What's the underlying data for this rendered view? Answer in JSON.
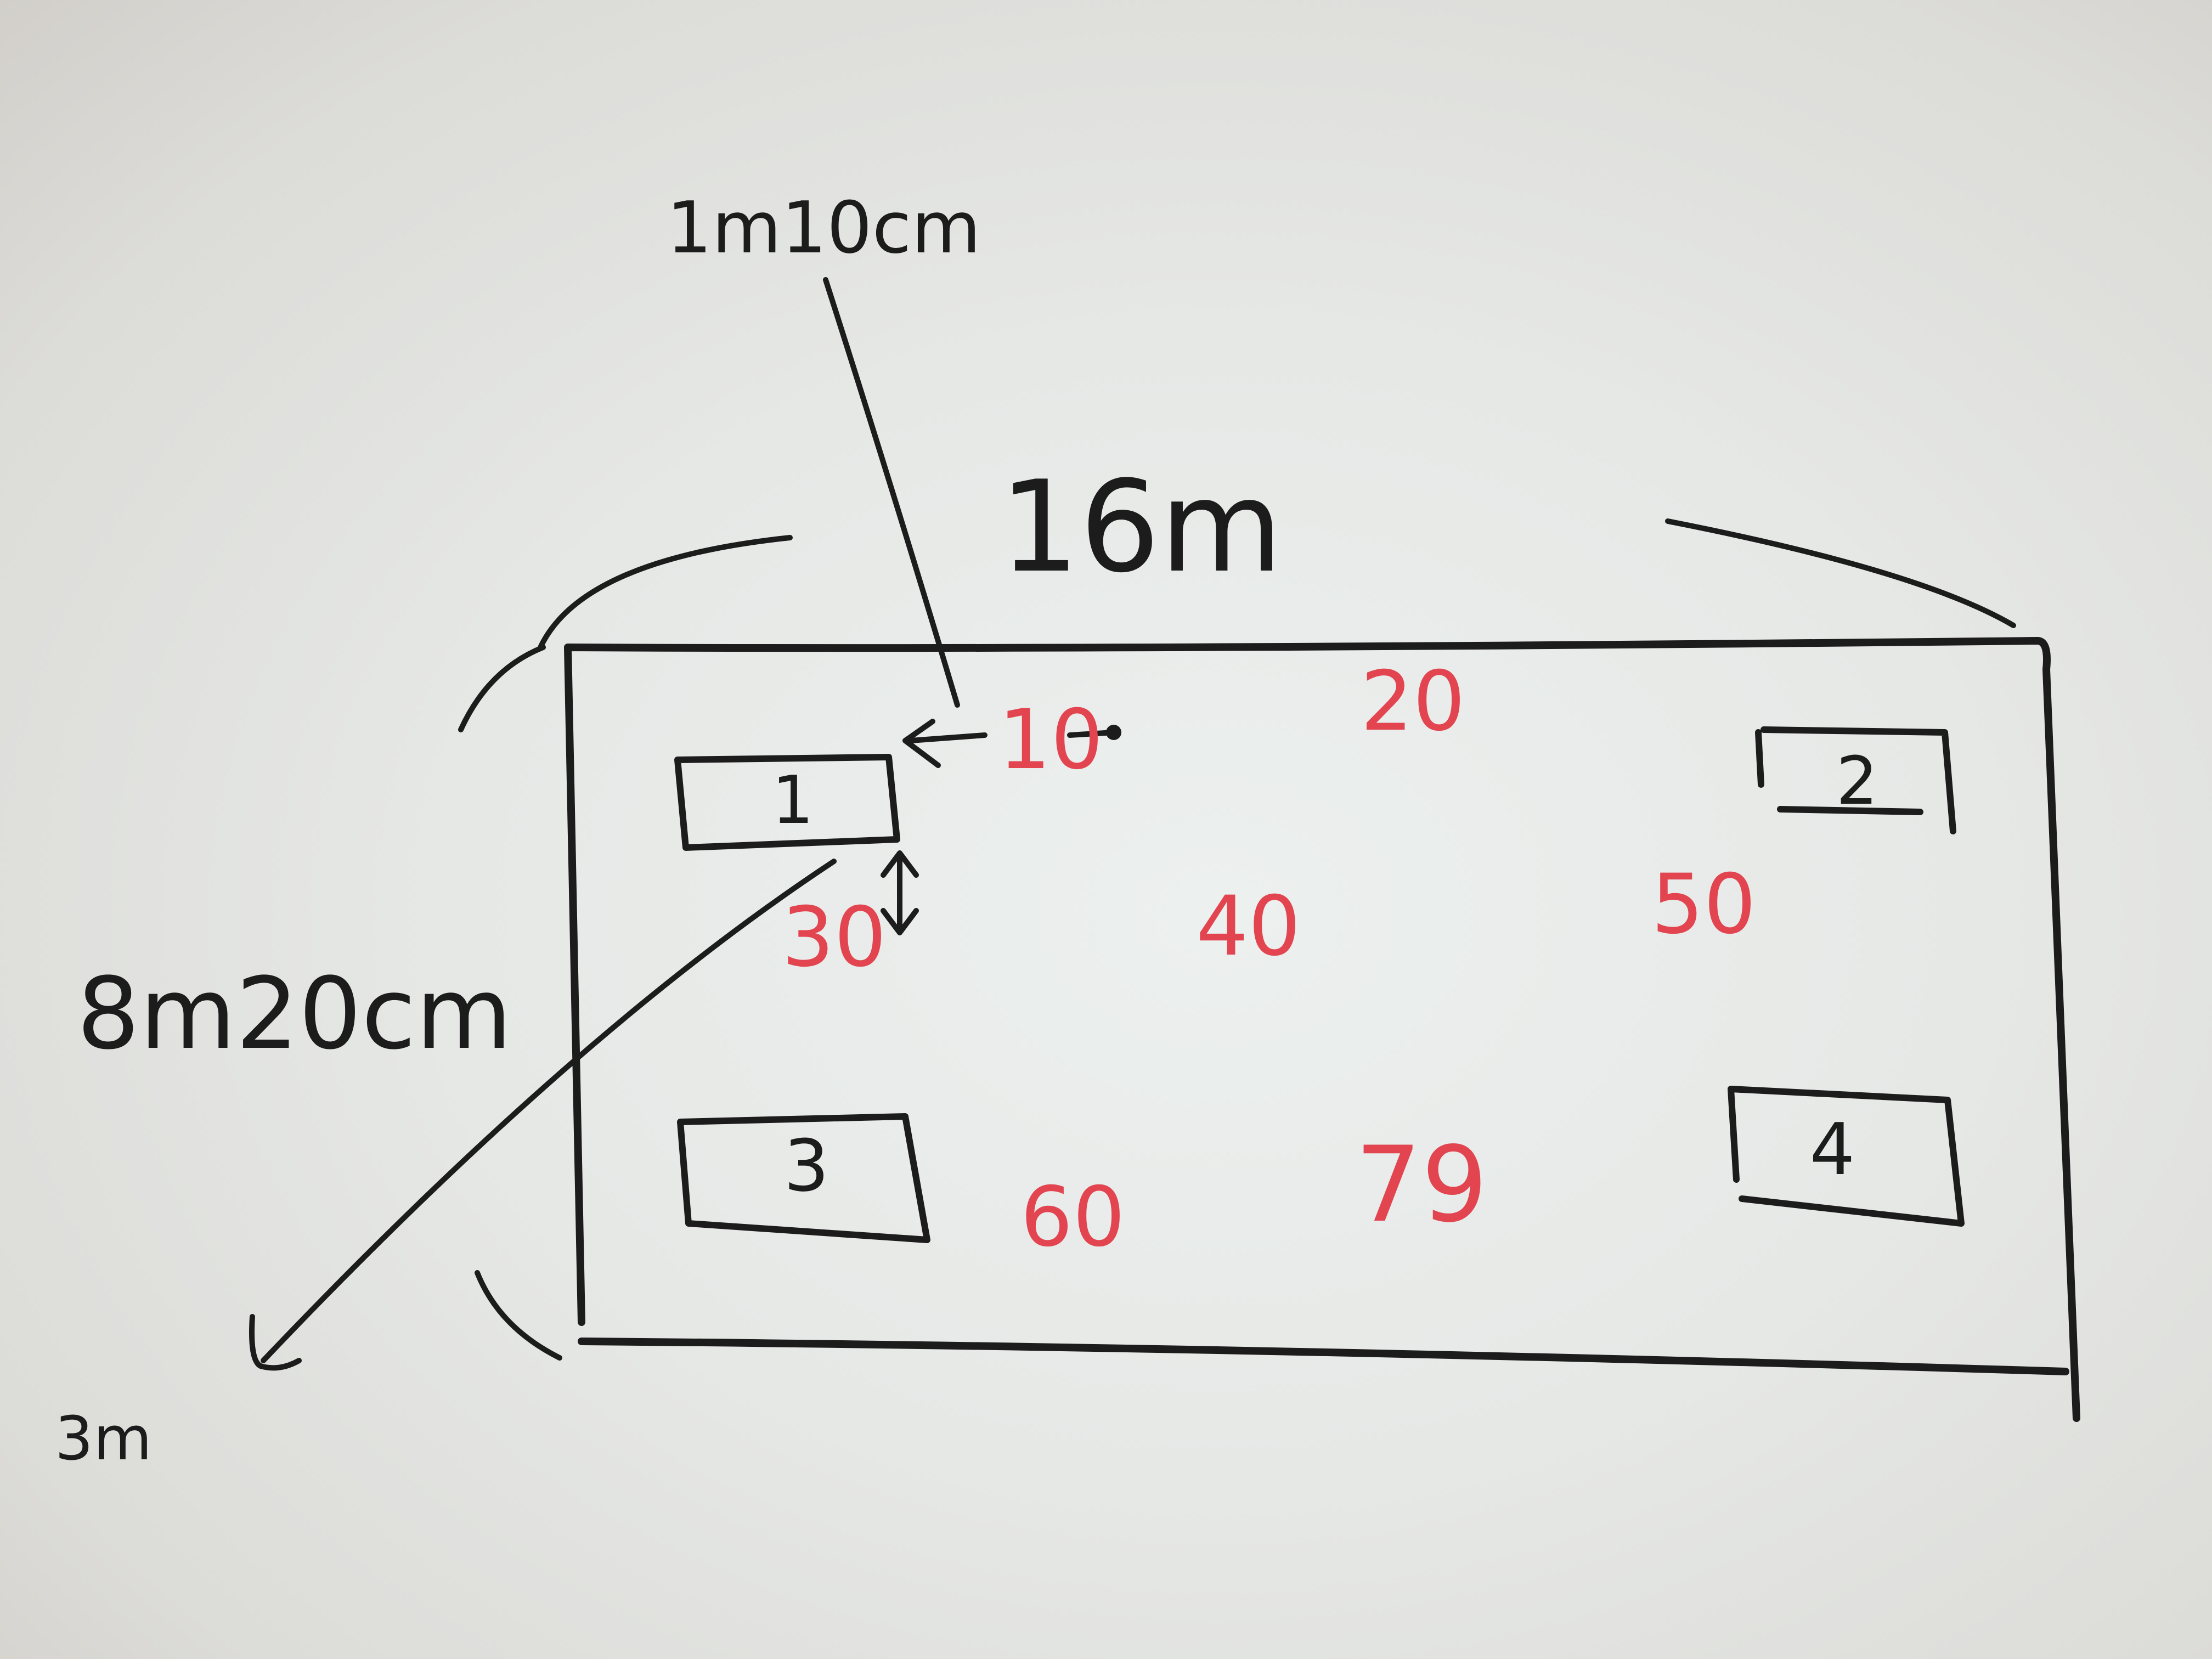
{
  "colors": {
    "black_marker": "#1c1c1c",
    "red_marker": "#e2454f"
  },
  "dimensions": {
    "top_width": "16m",
    "left_height": "8m20cm",
    "top_gap_label": "1m10cm",
    "diagonal_label": "3m"
  },
  "boxes": [
    {
      "label": "1"
    },
    {
      "label": "2"
    },
    {
      "label": "3"
    },
    {
      "label": "4"
    }
  ],
  "red_numbers": [
    {
      "label": "10"
    },
    {
      "label": "20"
    },
    {
      "label": "30"
    },
    {
      "label": "40"
    },
    {
      "label": "50"
    },
    {
      "label": "60"
    },
    {
      "label": "79"
    }
  ]
}
